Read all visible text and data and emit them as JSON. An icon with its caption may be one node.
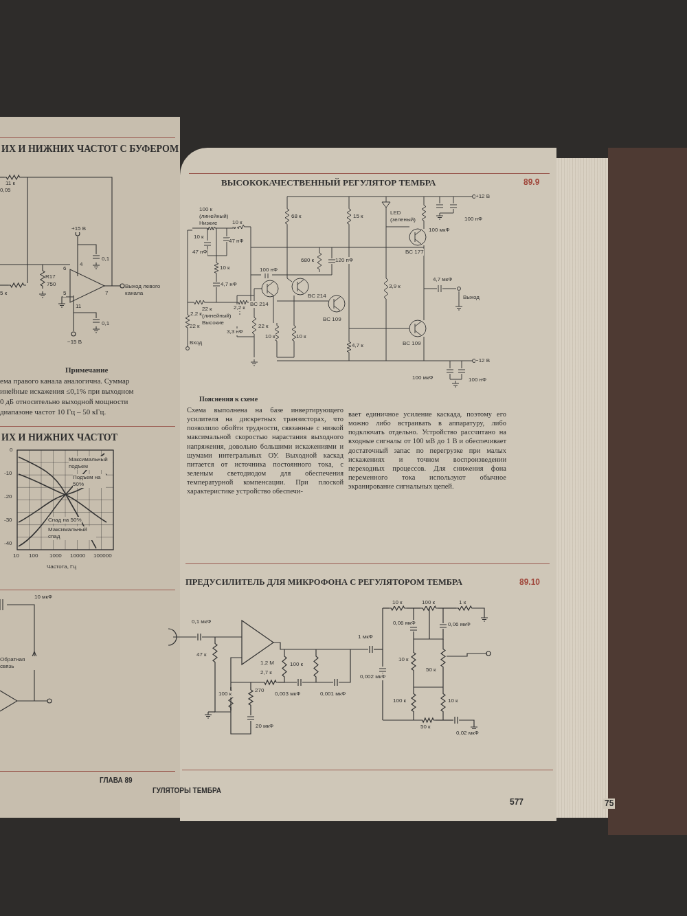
{
  "diagram": {
    "labels": [
      "ИХ И НИЖНИХ ЧАСТОТ С БУФЕРОМ",
      "11 к",
      "0,05",
      "+15 В",
      "0,1",
      "4",
      "6",
      "R17",
      "750",
      "5 к",
      "5",
      "7",
      "Выход левого канала",
      "11",
      "0,1",
      "−15 В",
      "Примечание",
      "ема правого канала аналогична. Суммар",
      "инейные искажения ≤0,1% при выходном",
      "0 дБ относительно выходной мощности",
      "диапазоне частот 10 Гц – 50 кГц.",
      "ИХ И НИЖНИХ ЧАСТОТ",
      "0",
      "-10",
      "-20",
      "-30",
      "-40",
      "10",
      "100",
      "1000",
      "10000",
      "100000",
      "Частота, Гц",
      "Максимальный подъем",
      "Подъем на 50%",
      "Спад на 50%",
      "Максимальный спад",
      "10 мкФ",
      "Обратная связь",
      "ГЛАВА 89",
      "ГУЛЯТОРЫ ТЕМБРА",
      "ВЫСОКОКАЧЕСТВЕННЫЙ РЕГУЛЯТОР ТЕМБРА",
      "89.9",
      "100 к (линейный) Низкие",
      "10 к",
      "10 к",
      "47 нФ",
      "47 нФ",
      "10 к",
      "4,7 нФ",
      "22 к (линейный) Высокие",
      "2,2 к",
      "2,2 к",
      "22 к",
      "Вход",
      "68 к",
      "15 к",
      "100 нФ",
      "680 к",
      "120 пФ",
      "BC 214",
      "BC 214",
      "BC 109",
      "3,3 нФ",
      "22 к",
      "10 к",
      "10 к",
      "4,7 к",
      "3,9 к",
      "LED (зеленый)",
      "100 мкФ",
      "100 нФ",
      "BC 177",
      "+12 В",
      "4,7 мкФ",
      "Выход",
      "BC 109",
      "100 мкФ",
      "−12 В",
      "100 нФ",
      "Пояснения к схеме",
      "Схема выполнена на базе инвертирующего усилителя на дискретных транзисторах, что позволило обойти трудности, связанные с низкой максимальной скоростью нарастания выходного напряжения, довольно большими искажениями и шумами интегральных ОУ. Выходной каскад питается от источника постоянного тока, с зеленым светодиодом для обеспечения температурной компенсации. При плоской характеристике устройство обеспечи-",
      "вает единичное усиление каскада, поэтому его можно либо встраивать в аппаратуру, либо подключать отдельно. Устройство рассчитано на входные сигналы от 100 мВ до 1 В и обеспечивает достаточный запас по перегрузке при малых искажениях и точном воспроизведении переходных процессов. Для снижения фона переменного тока используют обычное экранирование сигнальных цепей.",
      "ПРЕДУСИЛИТЕЛЬ ДЛЯ МИКРОФОНА С РЕГУЛЯТОРОМ ТЕМБРА",
      "89.10",
      "0,1 мкФ",
      "47 к",
      "1,2 М",
      "2,7 к",
      "100 к",
      "100 к",
      "270",
      "0,003 мкФ",
      "0,001 мкФ",
      "20 мкФ",
      "1 мкФ",
      "0,002 мкФ",
      "10 к",
      "100 к",
      "1 к",
      "0,06 мкФ",
      "0,06 мкФ",
      "10 к",
      "50 к",
      "100 к",
      "10 к",
      "50 к",
      "0,02 мкФ",
      "577",
      "75"
    ]
  }
}
